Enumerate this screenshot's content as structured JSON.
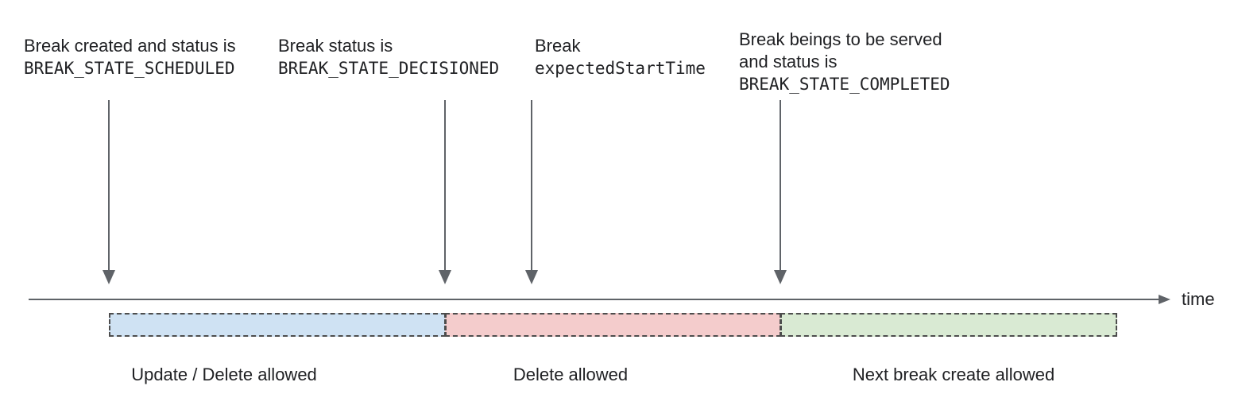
{
  "annotations": [
    {
      "line1": "Break created and status is",
      "code": "BREAK_STATE_SCHEDULED"
    },
    {
      "line1": "Break status is",
      "code": "BREAK_STATE_DECISIONED"
    },
    {
      "line1": "Break",
      "code": "expectedStartTime"
    },
    {
      "line1": "Break beings to be served",
      "line2": "and status is",
      "code": "BREAK_STATE_COMPLETED"
    }
  ],
  "timeline": {
    "axis_label": "time",
    "line_color": "#5f6368"
  },
  "segments": [
    {
      "label": "Update / Delete allowed",
      "fill": "#cfe2f3",
      "border": "#4d4d4d"
    },
    {
      "label": "Delete allowed",
      "fill": "#f4cccc",
      "border": "#4d4d4d"
    },
    {
      "label": "Next break create allowed",
      "fill": "#d9ead3",
      "border": "#4d4d4d"
    }
  ]
}
